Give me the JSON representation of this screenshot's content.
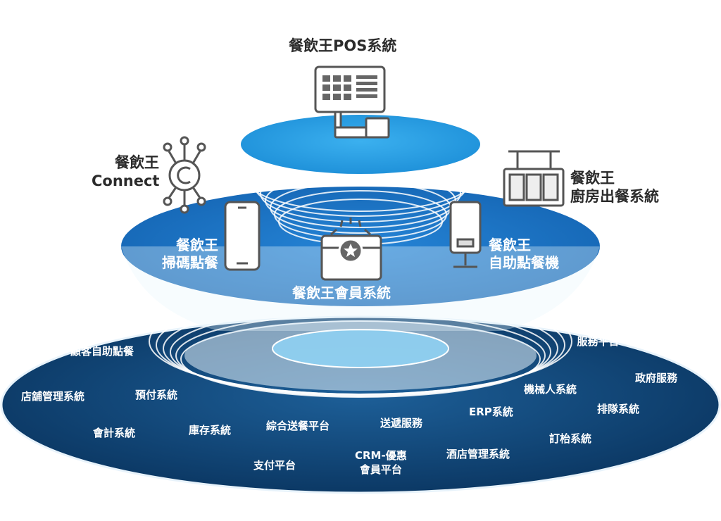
{
  "modules": {
    "pos": {
      "label": "餐飲王POS系統"
    },
    "connect": {
      "line1": "餐飲王",
      "line2": "Connect"
    },
    "kitchen": {
      "line1": "餐飲王",
      "line2": "廚房出餐系統"
    },
    "qr_order": {
      "line1": "餐飲王",
      "line2": "掃碼點餐"
    },
    "kiosk": {
      "line1": "餐飲王",
      "line2": "自助點餐機"
    },
    "member": {
      "label": "餐飲王會員系統"
    }
  },
  "services": [
    {
      "id": "customer-self-order",
      "label": "顧客自助點餐"
    },
    {
      "id": "store-management",
      "label": "店舖管理系統"
    },
    {
      "id": "prepaid",
      "label": "預付系統"
    },
    {
      "id": "accounting",
      "label": "會計系統"
    },
    {
      "id": "inventory",
      "label": "庫存系統"
    },
    {
      "id": "delivery-platform",
      "label": "綜合送餐平台"
    },
    {
      "id": "courier",
      "label": "送遞服務"
    },
    {
      "id": "payment",
      "label": "支付平台"
    },
    {
      "id": "crm",
      "label": "CRM-優惠\n會員平台"
    },
    {
      "id": "erp",
      "label": "ERP系統"
    },
    {
      "id": "hotel",
      "label": "酒店管理系統"
    },
    {
      "id": "robot",
      "label": "機械人系統"
    },
    {
      "id": "order-delivery",
      "label": "訂餐及送餐\n服務平台"
    },
    {
      "id": "government",
      "label": "政府服務"
    },
    {
      "id": "queue",
      "label": "排隊系統"
    },
    {
      "id": "table-booking",
      "label": "訂枱系統"
    }
  ],
  "colors": {
    "base_layer": "#0b3a66",
    "middle_layer": "#1a75c7",
    "top_layer": "#2a9be0",
    "ring": "#ffffff",
    "icon_stroke": "#555555"
  },
  "icons": [
    "pos-terminal-icon",
    "connect-hub-icon",
    "kitchen-display-icon",
    "smartphone-icon",
    "kiosk-icon",
    "member-card-icon"
  ]
}
